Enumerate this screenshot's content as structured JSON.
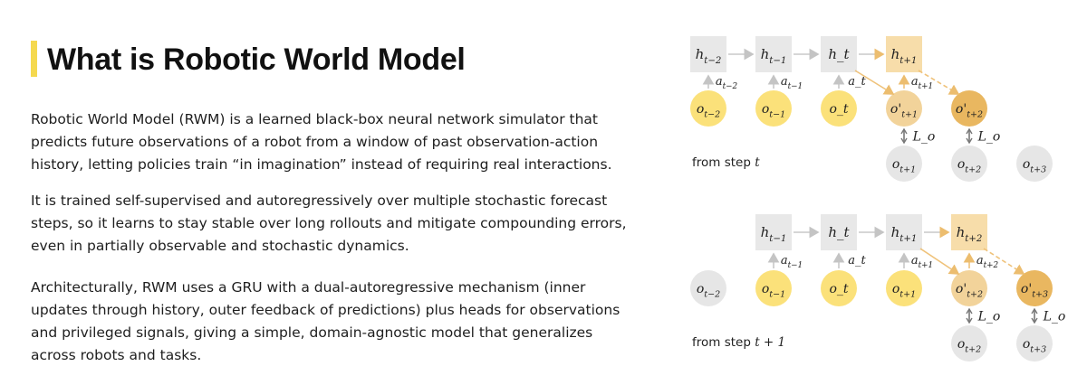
{
  "heading": {
    "title": "What is Robotic World Model",
    "accent_color": "#f5d94f"
  },
  "paragraphs": [
    "Robotic World Model (RWM) is a learned black-box neural network simulator that predicts future observations of a robot from a window of past observation-action history, letting policies train “in imagination” instead of requiring real interactions.",
    "It is trained self-supervised and autoregressively over multiple stochastic forecast steps, so it learns to stay stable over long rollouts and mitigate compounding errors, even in partially observable and stochastic dynamics.",
    "Architecturally, RWM uses a GRU with a dual-autoregressive mechanism (inner updates through history, outer feedback of predictions) plus heads for observations and privileged signals, giving a simple, domain-agnostic model that generalizes across robots and tasks."
  ],
  "diagram": {
    "colors": {
      "hidden_box": "#e8e8e8",
      "hidden_box_pred": "#f7ddaa",
      "obs_real": "#fbe17a",
      "obs_pred_1": "#f2d39a",
      "obs_pred_2": "#e9b760",
      "obs_target": "#e6e6e6",
      "arrow_gray": "#c8c8c8",
      "arrow_orange": "#efc27a"
    },
    "panel_top": {
      "step_label": "from step t",
      "hidden": [
        "h_{t−2}",
        "h_{t−1}",
        "h_t",
        "h_{t+1}"
      ],
      "actions": [
        "a_{t−2}",
        "a_{t−1}",
        "a_t",
        "a_{t+1}"
      ],
      "observations": [
        "o_{t−2}",
        "o_{t−1}",
        "o_t"
      ],
      "predictions": [
        "o'_{t+1}",
        "o'_{t+2}"
      ],
      "targets": [
        "o_{t+1}",
        "o_{t+2}",
        "o_{t+3}"
      ],
      "loss": "L_o"
    },
    "panel_bottom": {
      "step_label": "from step t + 1",
      "hidden": [
        "h_{t−1}",
        "h_t",
        "h_{t+1}",
        "h_{t+2}"
      ],
      "actions": [
        "a_{t−1}",
        "a_t",
        "a_{t+1}",
        "a_{t+2}"
      ],
      "observations": [
        "o_{t−2}",
        "o_{t−1}",
        "o_t",
        "o_{t+1}"
      ],
      "predictions": [
        "o'_{t+2}",
        "o'_{t+3}"
      ],
      "targets": [
        "o_{t+2}",
        "o_{t+3}"
      ],
      "loss": "L_o"
    }
  }
}
